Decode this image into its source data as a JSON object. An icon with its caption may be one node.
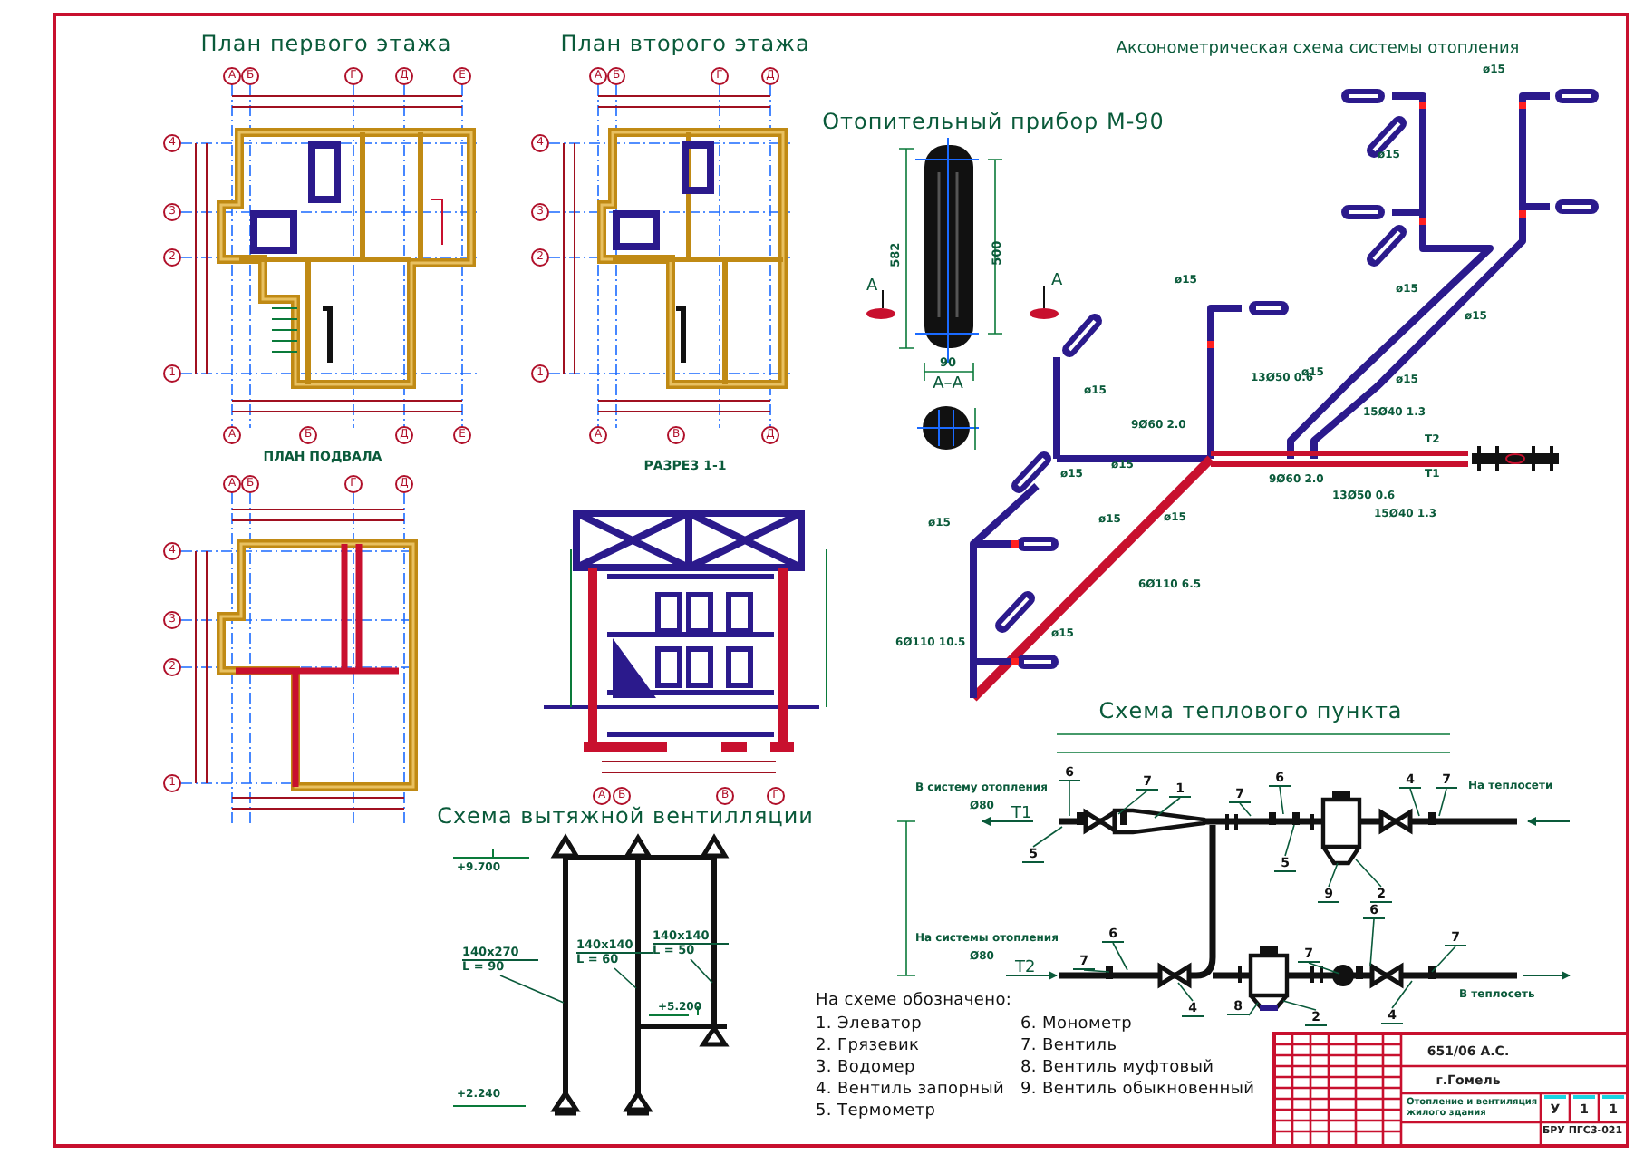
{
  "diagram": {
    "nodes": [
      {
        "text": [
          "6"
        ]
      },
      {
        "text": [
          "7"
        ]
      },
      {
        "text": [
          "1"
        ]
      },
      {
        "text": [
          "5"
        ]
      },
      {
        "text": [
          "6"
        ]
      },
      {
        "text": [
          "7"
        ]
      },
      {
        "text": [
          "5"
        ]
      },
      {
        "text": [
          "9"
        ]
      },
      {
        "text": [
          "2"
        ]
      },
      {
        "text": [
          "4"
        ]
      },
      {
        "text": [
          "7"
        ]
      },
      {
        "text": [
          "6"
        ]
      },
      {
        "text": [
          "7"
        ]
      },
      {
        "text": [
          "4"
        ]
      },
      {
        "text": [
          "8"
        ]
      },
      {
        "text": [
          "2"
        ]
      },
      {
        "text": [
          "6"
        ]
      },
      {
        "text": [
          "7"
        ]
      },
      {
        "text": [
          "4"
        ]
      },
      {
        "text": [
          "7"
        ]
      },
      {
        "text": [
          "140x270",
          "L = 90"
        ]
      },
      {
        "text": [
          "140x140",
          "L = 60"
        ]
      },
      {
        "text": [
          "140x140",
          "L = 50"
        ]
      }
    ],
    "edges": [
      {
        "from": 0,
        "to": null,
        "arrow": "none"
      },
      {
        "from": 1,
        "to": null,
        "arrow": "none"
      },
      {
        "from": 2,
        "to": null,
        "arrow": "none"
      },
      {
        "from": 3,
        "to": null,
        "arrow": "none"
      },
      {
        "from": 4,
        "to": null,
        "arrow": "none"
      },
      {
        "from": 5,
        "to": null,
        "arrow": "none"
      },
      {
        "from": 6,
        "to": null,
        "arrow": "none"
      },
      {
        "from": 7,
        "to": null,
        "arrow": "none"
      },
      {
        "from": 8,
        "to": null,
        "arrow": "none"
      },
      {
        "from": 9,
        "to": null,
        "arrow": "none"
      },
      {
        "from": 10,
        "to": null,
        "arrow": "none"
      },
      {
        "from": 11,
        "to": null,
        "arrow": "none"
      },
      {
        "from": 12,
        "to": null,
        "arrow": "none"
      },
      {
        "from": 13,
        "to": null,
        "arrow": "none"
      },
      {
        "from": 14,
        "to": null,
        "arrow": "none"
      },
      {
        "from": 15,
        "to": null,
        "arrow": "none"
      },
      {
        "from": 16,
        "to": null,
        "arrow": "none"
      },
      {
        "from": 17,
        "to": null,
        "arrow": "none"
      },
      {
        "from": 18,
        "to": null,
        "arrow": "none"
      },
      {
        "from": 19,
        "to": null,
        "arrow": "none"
      },
      {
        "from": 20,
        "to": null,
        "arrow": "none"
      },
      {
        "from": 21,
        "to": null,
        "arrow": "none"
      },
      {
        "from": 22,
        "to": null,
        "arrow": "none"
      }
    ],
    "labels": [
      "План первого этажа",
      "План второго этажа",
      "Аксонометрическая схема системы отопления",
      "Отопительный прибор М-90",
      "ПЛАН ПОДВАЛА",
      "РАЗРЕЗ 1-1",
      "Схема теплового пункта",
      "Схема вытяжной вентилляции",
      "На схеме обозначено:",
      "1. Элеватор",
      "2. Грязевик",
      "3. Водомер",
      "4. Вентиль запорный",
      "5. Термометр",
      "6. Монометр",
      "7. Вентиль",
      "8. Вентиль муфтовый",
      "9. Вентиль обыкновенный",
      "582",
      "500",
      "А",
      "А",
      "90",
      "А–А",
      "+9.700",
      "+5.200",
      "+2.240",
      "В систему отопления",
      "Ø80",
      "T1",
      "На теплосети",
      "На системы отопления",
      "Ø80",
      "T2",
      "В теплосеть",
      "ø15",
      "ø15",
      "ø15",
      "ø15",
      "ø15",
      "ø15",
      "ø15",
      "ø15",
      "ø15",
      "ø15",
      "ø15",
      "ø15",
      "ø15",
      "ø15",
      "9Ø60 2.0",
      "9Ø60 2.0",
      "13Ø50 0.6",
      "13Ø50 0.6",
      "15Ø40 1.3",
      "15Ø40 1.3",
      "6Ø110 6.5",
      "6Ø110 10.5",
      "T2",
      "T1",
      "651/06 А.С.",
      "г.Гомель",
      "Отопление и вентиляция жилого здания",
      "У",
      "1",
      "1",
      "БРУ ПГС3-021",
      "А",
      "Б",
      "Г",
      "Д",
      "Е",
      "4",
      "3",
      "2",
      "1",
      "А",
      "Б",
      "Д",
      "Е",
      "А",
      "Б",
      "Г",
      "Д",
      "4",
      "3",
      "2",
      "1",
      "А",
      "В",
      "Д",
      "А",
      "Б",
      "Г",
      "Д",
      "4",
      "3",
      "2",
      "1",
      "А",
      "Б",
      "В",
      "Г"
    ]
  }
}
